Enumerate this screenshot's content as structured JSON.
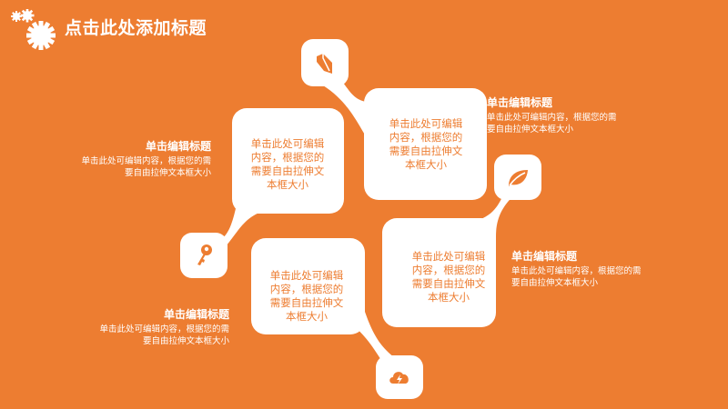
{
  "header": {
    "title": "点击此处添加标题",
    "logo_icon": "gears-icon"
  },
  "colors": {
    "background": "#ED7D31",
    "box": "#FFFFFF",
    "box_text": "#ED7D31",
    "side_text": "#FFFFFF"
  },
  "boxes": [
    {
      "text": "单击此处可编辑内容，根据您的需要自由拉伸文本框大小",
      "lines": [
        "单击此处可编辑",
        "内容，根据您的",
        "需要自由拉伸文",
        "本框大小"
      ],
      "icon": "book-icon"
    },
    {
      "text": "单击此处可编辑内容，根据您的需要自由拉伸文本框大小",
      "lines": [
        "单击此处可编辑",
        "内容，根据您的",
        "需要自由拉伸文",
        "本框大小"
      ],
      "icon": "key-icon"
    },
    {
      "text": "单击此处可编辑内容，根据您的需要自由拉伸文本框大小",
      "lines": [
        "单击此处可编辑",
        "内容，根据您的",
        "需要自由拉伸文",
        "本框大小"
      ],
      "icon": "leaf-icon"
    },
    {
      "text": "单击此处可编辑内容，根据您的需要自由拉伸文本框大小",
      "lines": [
        "单击此处可编辑",
        "内容，根据您的",
        "需要自由拉伸文",
        "本框大小"
      ],
      "icon": "cloud-lightning-icon"
    }
  ],
  "side_items": [
    {
      "title": "单击编辑标题",
      "desc_lines": [
        "单击此处可编辑内容，根据您的需",
        "要自由拉伸文本框大小"
      ]
    },
    {
      "title": "单击编辑标题",
      "desc_lines": [
        "单击此处可编辑内容，根据您的需",
        "要自由拉伸文本框大小"
      ]
    },
    {
      "title": "单击编辑标题",
      "desc_lines": [
        "单击此处可编辑内容，根据您的需",
        "要自由拉伸文本框大小"
      ]
    },
    {
      "title": "单击编辑标题",
      "desc_lines": [
        "单击此处可编辑内容，根据您的需",
        "要自由拉伸文本框大小"
      ]
    }
  ]
}
